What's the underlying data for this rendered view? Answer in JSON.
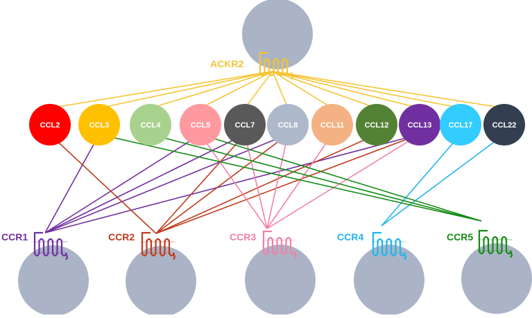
{
  "decoy_receptor": {
    "label": "ACKR2",
    "color": "#f5c433"
  },
  "ligands": [
    {
      "id": "CCL2",
      "label": "CCL2",
      "color": "#ff0000"
    },
    {
      "id": "CCL3",
      "label": "CCL3",
      "color": "#ffc000"
    },
    {
      "id": "CCL4",
      "label": "CCL4",
      "color": "#a9d18e"
    },
    {
      "id": "CCL5",
      "label": "CCL5",
      "color": "#ff99a0"
    },
    {
      "id": "CCL7",
      "label": "CCL7",
      "color": "#595959"
    },
    {
      "id": "CCL8",
      "label": "CCL8",
      "color": "#adb9ca"
    },
    {
      "id": "CCL11",
      "label": "CCL11",
      "color": "#f4b183"
    },
    {
      "id": "CCL12",
      "label": "CCL12",
      "color": "#548235"
    },
    {
      "id": "CCL13",
      "label": "CCL13",
      "color": "#7030a0"
    },
    {
      "id": "CCL17",
      "label": "CCL17",
      "color": "#33ccff"
    },
    {
      "id": "CCL22",
      "label": "CCL22",
      "color": "#333f50"
    }
  ],
  "receptors": [
    {
      "id": "CCR1",
      "label": "CCR1",
      "color": "#7030a0"
    },
    {
      "id": "CCR2",
      "label": "CCR2",
      "color": "#c0391b"
    },
    {
      "id": "CCR3",
      "label": "CCR3",
      "color": "#f27fa8"
    },
    {
      "id": "CCR4",
      "label": "CCR4",
      "color": "#1fb4ec"
    },
    {
      "id": "CCR5",
      "label": "CCR5",
      "color": "#138a13"
    }
  ],
  "cell_color": "#aab4c6",
  "ackr2_binds": [
    "CCL2",
    "CCL3",
    "CCL4",
    "CCL5",
    "CCL7",
    "CCL8",
    "CCL11",
    "CCL12",
    "CCL13",
    "CCL17",
    "CCL22"
  ],
  "receptor_ligands": {
    "CCR1": [
      "CCL3",
      "CCL5",
      "CCL7",
      "CCL8",
      "CCL13"
    ],
    "CCR2": [
      "CCL2",
      "CCL7",
      "CCL8",
      "CCL12",
      "CCL13"
    ],
    "CCR3": [
      "CCL5",
      "CCL7",
      "CCL8",
      "CCL11",
      "CCL13"
    ],
    "CCR4": [
      "CCL17",
      "CCL22"
    ],
    "CCR5": [
      "CCL3",
      "CCL4",
      "CCL5"
    ]
  }
}
